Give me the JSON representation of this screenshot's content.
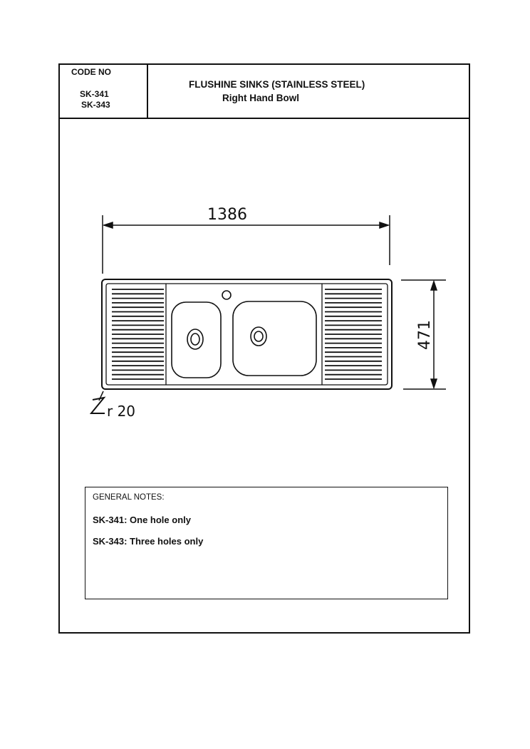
{
  "header": {
    "code_label": "CODE NO",
    "codes": [
      "SK-341",
      "SK-343"
    ],
    "title": "FLUSHINE SINKS (STAINLESS STEEL)",
    "subtitle": "Right Hand Bowl"
  },
  "drawing": {
    "length_dimension": "1386",
    "width_dimension": "471",
    "radius_note": "r 20"
  },
  "notes": {
    "title": "GENERAL NOTES:",
    "items": [
      "SK-341: One hole only",
      "SK-343: Three holes only"
    ]
  }
}
